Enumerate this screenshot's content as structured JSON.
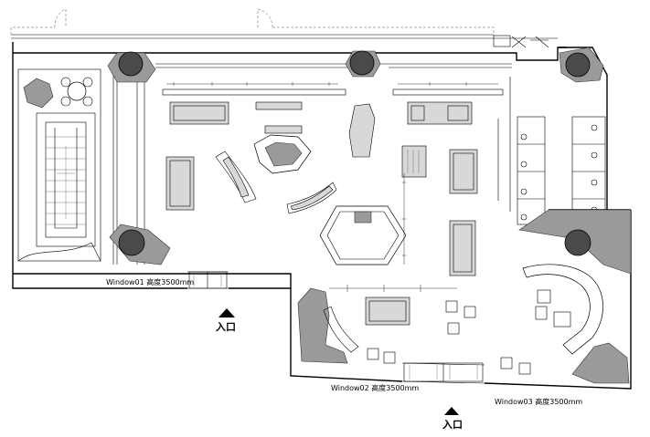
{
  "windows": [
    {
      "label": "Window01 高度3500mm"
    },
    {
      "label": "Window02 高度3500mm"
    },
    {
      "label": "Window03 高度3500mm"
    }
  ],
  "entrances": [
    {
      "label": "入口"
    },
    {
      "label": "入口"
    }
  ],
  "colors": {
    "line": "#000000",
    "hatch": "#9a9a9a",
    "column": "#4a4a4a",
    "background": "#ffffff"
  }
}
